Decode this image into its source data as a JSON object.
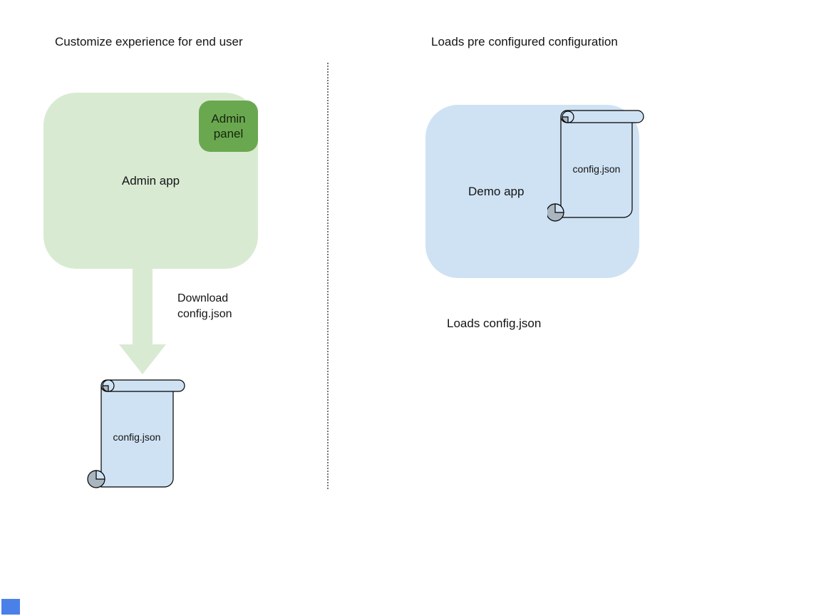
{
  "diagram": {
    "left": {
      "title": "Customize experience for end user",
      "admin_app_label": "Admin app",
      "admin_panel_label": "Admin panel",
      "download_line1": "Download",
      "download_line2": "config.json",
      "config_scroll_label": "config.json"
    },
    "right": {
      "title": "Loads pre configured configuration",
      "demo_app_label": "Demo app",
      "config_scroll_label": "config.json",
      "caption": "Loads config.json"
    },
    "colors": {
      "app_box_green": "#d9ead3",
      "admin_panel_green": "#6aa84f",
      "app_box_blue": "#cfe2f3",
      "scroll_fill": "#cfe2f3",
      "scroll_outline": "#000000",
      "curl_grey": "#a9b5bf",
      "arrow_green": "#d9ead3",
      "divider_grey": "#757575",
      "corner_square_blue": "#4a80e8"
    }
  }
}
